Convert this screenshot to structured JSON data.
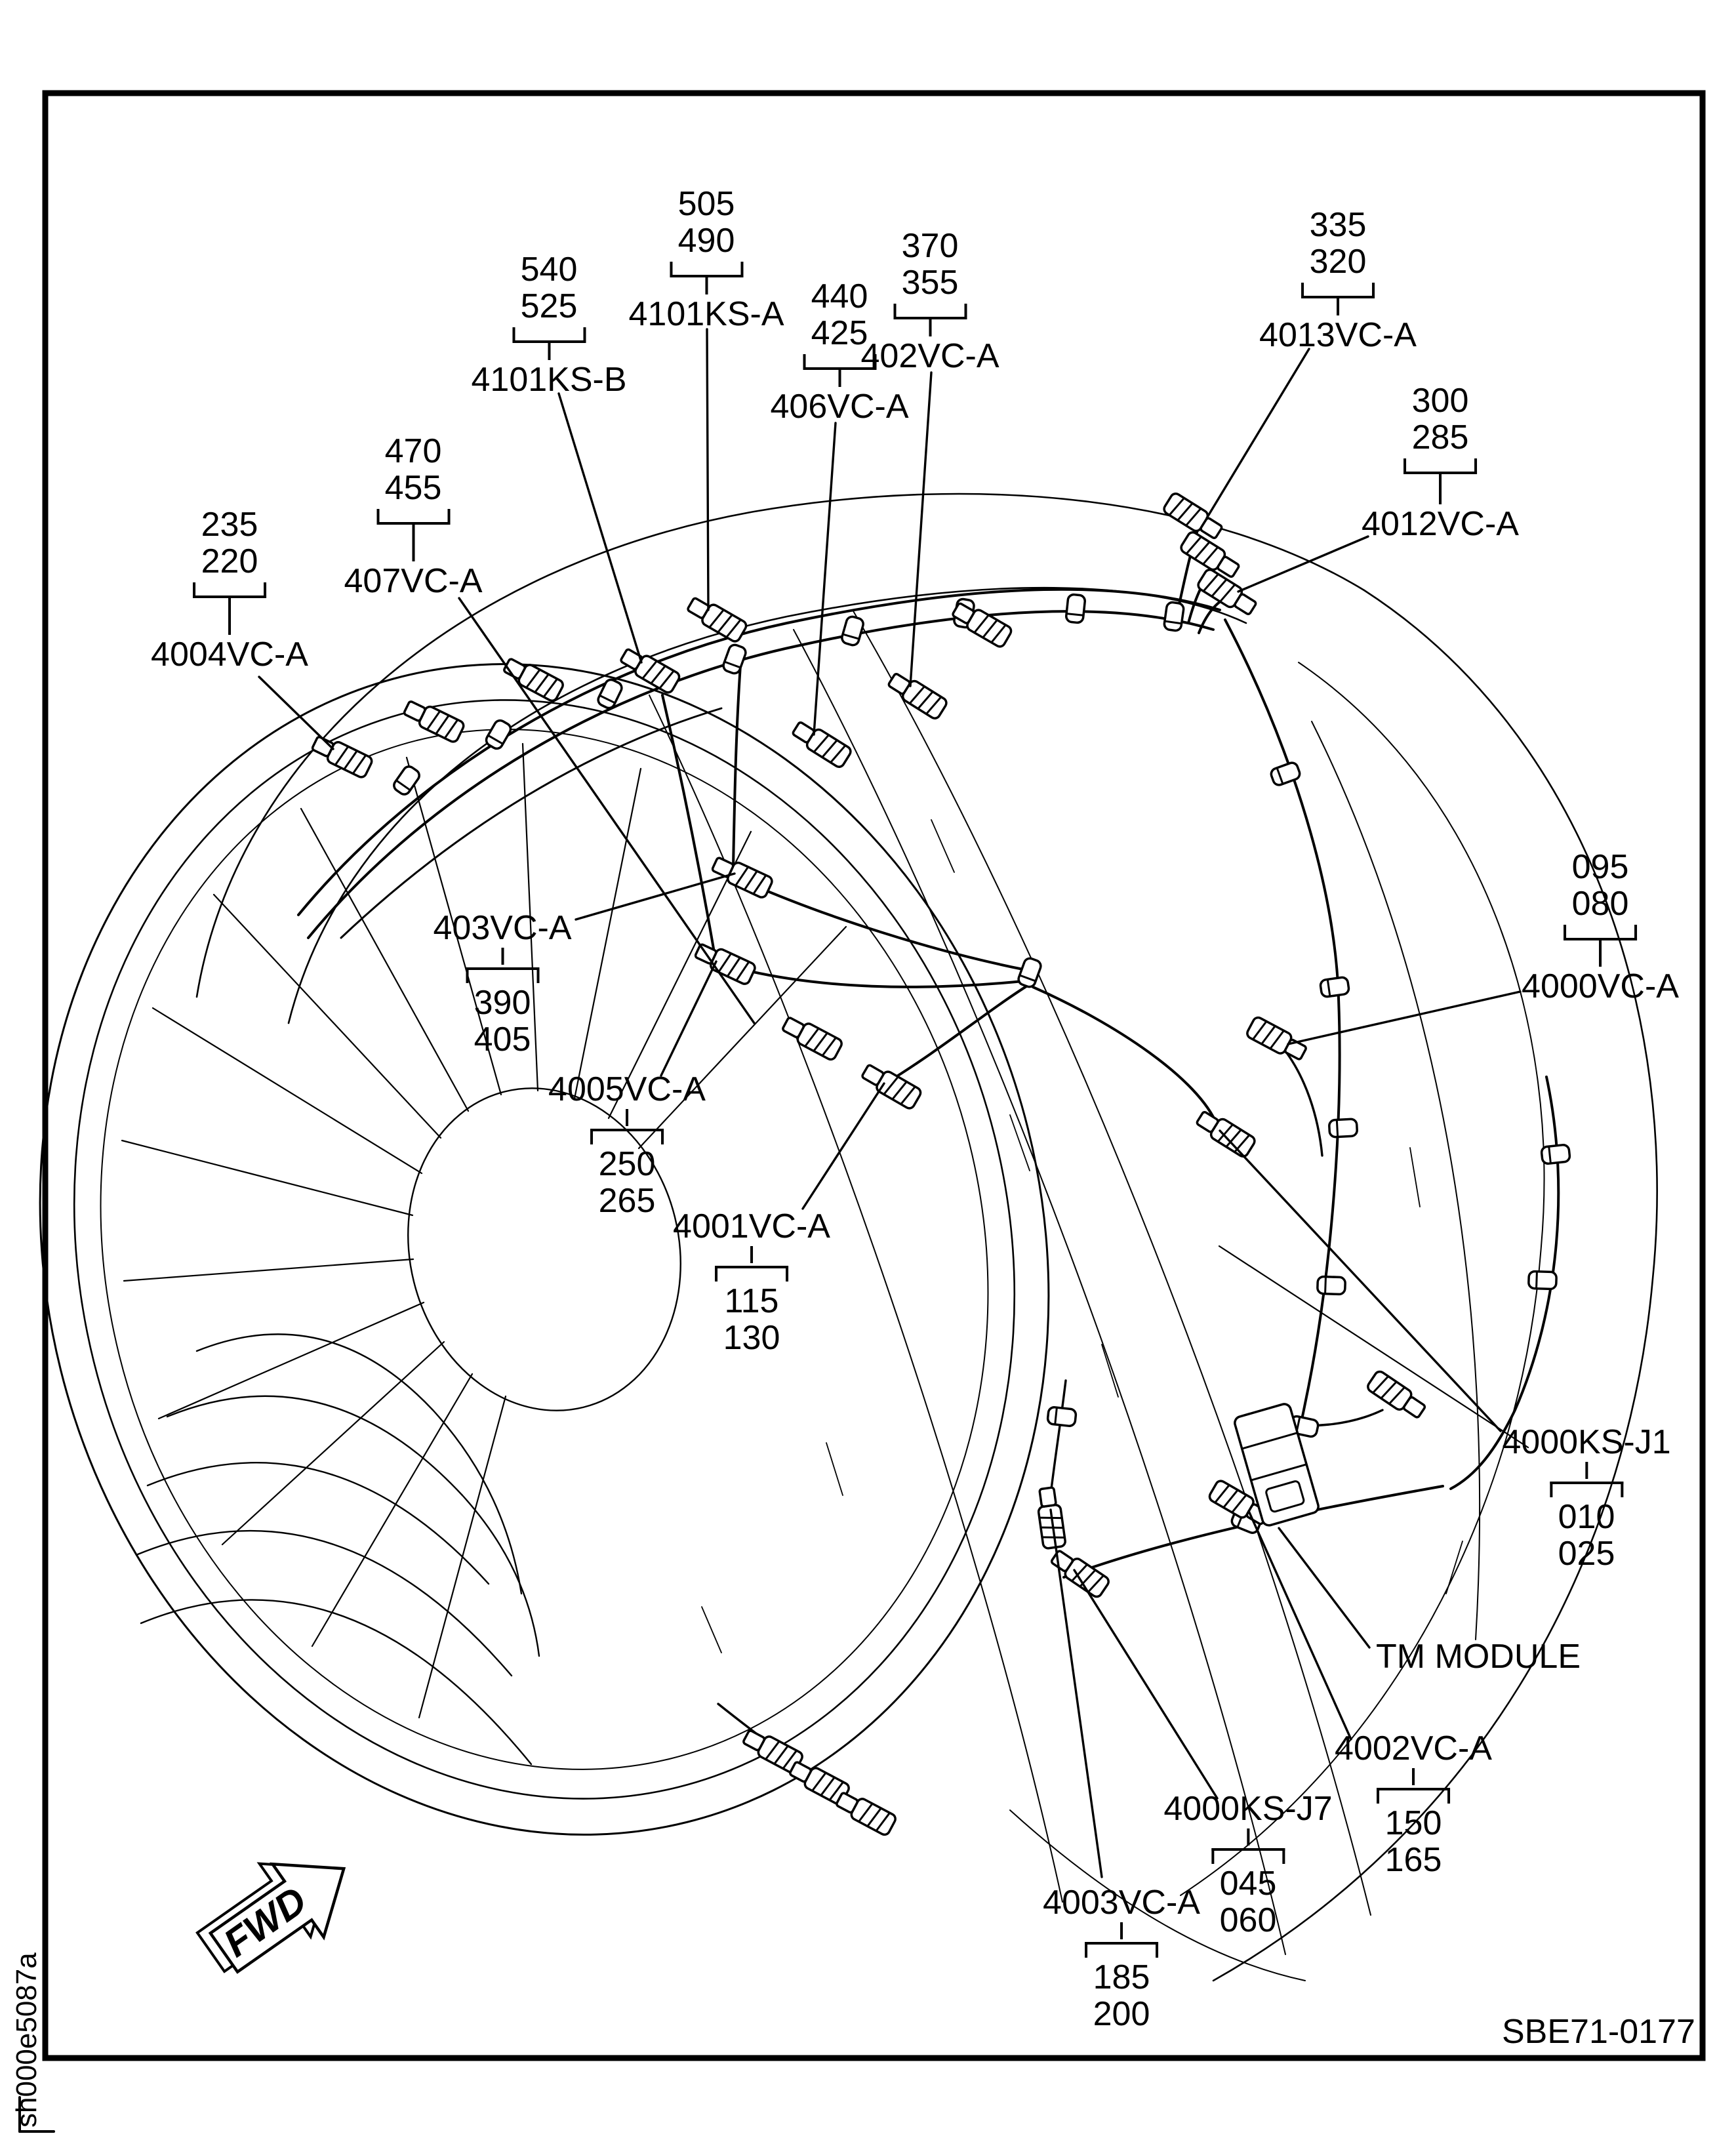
{
  "figure": {
    "drawing_number": "SBE71-0177",
    "sheet_id": "sh000e5087a",
    "fwd_label": "FWD",
    "tm_module_label": "TM MODULE"
  },
  "callouts": [
    {
      "id": "4004VC-A",
      "label": "4004VC-A",
      "sheets": [
        "235",
        "220"
      ]
    },
    {
      "id": "407VC-A",
      "label": "407VC-A",
      "sheets": [
        "470",
        "455"
      ]
    },
    {
      "id": "4101KS-B",
      "label": "4101KS-B",
      "sheets": [
        "540",
        "525"
      ]
    },
    {
      "id": "4101KS-A",
      "label": "4101KS-A",
      "sheets": [
        "505",
        "490"
      ]
    },
    {
      "id": "406VC-A",
      "label": "406VC-A",
      "sheets": [
        "440",
        "425"
      ]
    },
    {
      "id": "402VC-A",
      "label": "402VC-A",
      "sheets": [
        "370",
        "355"
      ]
    },
    {
      "id": "4013VC-A",
      "label": "4013VC-A",
      "sheets": [
        "335",
        "320"
      ]
    },
    {
      "id": "4012VC-A",
      "label": "4012VC-A",
      "sheets": [
        "300",
        "285"
      ]
    },
    {
      "id": "403VC-A",
      "label": "403VC-A",
      "sheets": [
        "390",
        "405"
      ]
    },
    {
      "id": "4005VC-A",
      "label": "4005VC-A",
      "sheets": [
        "250",
        "265"
      ]
    },
    {
      "id": "4001VC-A",
      "label": "4001VC-A",
      "sheets": [
        "115",
        "130"
      ]
    },
    {
      "id": "4000VC-A",
      "label": "4000VC-A",
      "sheets": [
        "095",
        "080"
      ]
    },
    {
      "id": "4000KS-J1",
      "label": "4000KS-J1",
      "sheets": [
        "010",
        "025"
      ]
    },
    {
      "id": "4002VC-A",
      "label": "4002VC-A",
      "sheets": [
        "150",
        "165"
      ]
    },
    {
      "id": "4000KS-J7",
      "label": "4000KS-J7",
      "sheets": [
        "045",
        "060"
      ]
    },
    {
      "id": "4003VC-A",
      "label": "4003VC-A",
      "sheets": [
        "185",
        "200"
      ]
    }
  ]
}
